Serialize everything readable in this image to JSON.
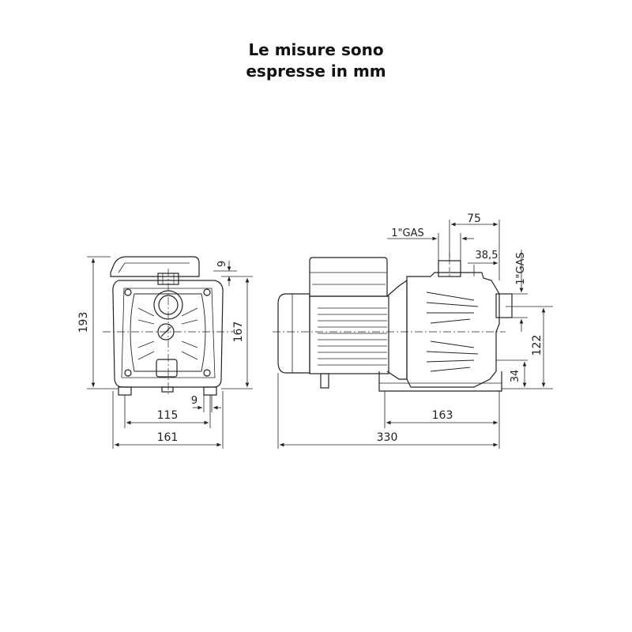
{
  "note": {
    "line1": "Le misure sono",
    "line2": "espresse in mm"
  },
  "front_view": {
    "height_total": "193",
    "height_outlet": "167",
    "top_offset": "9",
    "foot_gap": "9",
    "foot_spacing": "115",
    "width_total": "161"
  },
  "side_view": {
    "outlet_thread": "1\"GAS",
    "outlet_offset": "75",
    "outlet_to_inlet": "38,5",
    "inlet_thread": "1\"GAS",
    "inlet_height": "122",
    "foot_height": "34",
    "foot_to_inlet": "163",
    "length_total": "330"
  },
  "colors": {
    "line": "#222222",
    "background": "#ffffff"
  }
}
